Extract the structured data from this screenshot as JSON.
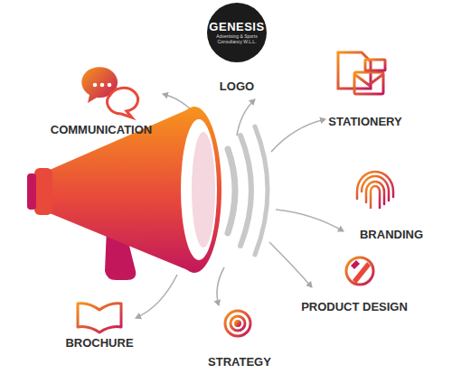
{
  "diagram": {
    "nodes": [
      {
        "text": [
          "GENESIS",
          "Advertising & Sports Consultancy W.L.L.",
          "LOGO"
        ]
      }
    ],
    "labels": [
      "COMMUNICATION",
      "STATIONERY",
      "BRANDING",
      "PRODUCT DESIGN",
      "STRATEGY",
      "BROCHURE"
    ]
  }
}
